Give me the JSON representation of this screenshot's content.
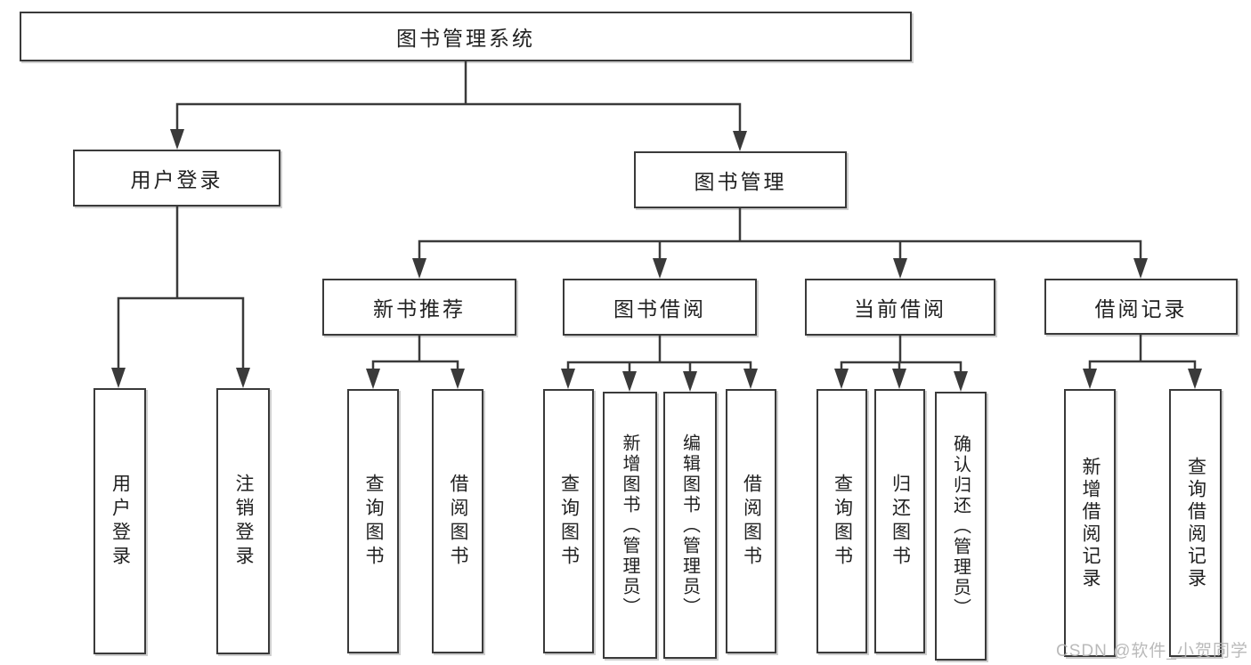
{
  "tree": {
    "label": "图书管理系统",
    "children": [
      {
        "label": "用户登录",
        "children": [
          {
            "label": "用户登录"
          },
          {
            "label": "注销登录"
          }
        ]
      },
      {
        "label": "图书管理",
        "children": [
          {
            "label": "新书推荐",
            "children": [
              {
                "label": "查询图书"
              },
              {
                "label": "借阅图书"
              }
            ]
          },
          {
            "label": "图书借阅",
            "children": [
              {
                "label": "查询图书"
              },
              {
                "label": "新增图书（管理员）"
              },
              {
                "label": "编辑图书（管理员）"
              },
              {
                "label": "借阅图书"
              }
            ]
          },
          {
            "label": "当前借阅",
            "children": [
              {
                "label": "查询图书"
              },
              {
                "label": "归还图书"
              },
              {
                "label": "确认归还（管理员）"
              }
            ]
          },
          {
            "label": "借阅记录",
            "children": [
              {
                "label": "新增借阅记录"
              },
              {
                "label": "查询借阅记录"
              }
            ]
          }
        ]
      }
    ]
  },
  "watermark": "CSDN @软件_小贺同学",
  "colors": {
    "line": "#3a3a3a",
    "box_border": "#3a3a3a",
    "box_fill": "#ffffff",
    "text": "#212121",
    "watermark": "#b2b2b2"
  }
}
